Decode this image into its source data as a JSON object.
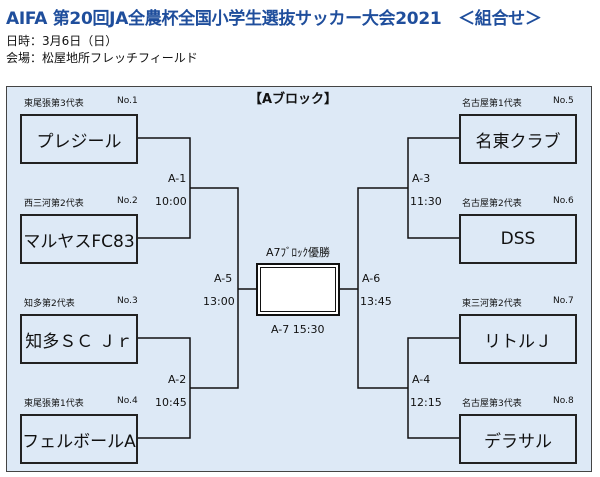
{
  "header": {
    "title": "AIFA 第20回JA全農杯全国小学生選抜サッカー大会2021　＜組合せ＞",
    "date_line": "日時：3月6日（日）",
    "venue_line": "会場：松屋地所フレッチフィールド"
  },
  "block": {
    "title": "【Aブロック】",
    "final_label": "A7ﾌﾞﾛｯｸ優勝",
    "final_match": "A-7 15:30",
    "teams": [
      {
        "seed": "東尾張第3代表",
        "no": "No.1",
        "name": "プレジール"
      },
      {
        "seed": "西三河第2代表",
        "no": "No.2",
        "name": "マルヤスFC83"
      },
      {
        "seed": "知多第2代表",
        "no": "No.3",
        "name": "知多ＳＣ Ｊｒ"
      },
      {
        "seed": "東尾張第1代表",
        "no": "No.4",
        "name": "フェルボールA"
      },
      {
        "seed": "名古屋第1代表",
        "no": "No.5",
        "name": "名東クラブ"
      },
      {
        "seed": "名古屋第2代表",
        "no": "No.6",
        "name": "DSS"
      },
      {
        "seed": "東三河第2代表",
        "no": "No.7",
        "name": "リトルＪ"
      },
      {
        "seed": "名古屋第3代表",
        "no": "No.8",
        "name": "デラサル"
      }
    ],
    "matches": [
      {
        "id": "A-1",
        "time": "10:00"
      },
      {
        "id": "A-2",
        "time": "10:45"
      },
      {
        "id": "A-3",
        "time": "11:30"
      },
      {
        "id": "A-4",
        "time": "12:15"
      },
      {
        "id": "A-5",
        "time": "13:00"
      },
      {
        "id": "A-6",
        "time": "13:45"
      }
    ]
  }
}
